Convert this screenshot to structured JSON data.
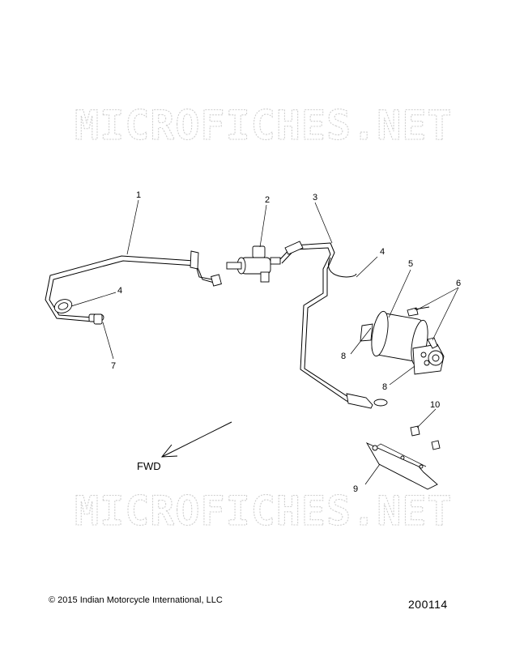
{
  "watermark": "MICROFICHES.NET",
  "callouts": [
    "1",
    "2",
    "3",
    "4",
    "4",
    "5",
    "6",
    "7",
    "8",
    "8",
    "9",
    "10"
  ],
  "direction_label": "FWD",
  "copyright": "© 2015 Indian Motorcycle International, LLC",
  "figure_number": "200114"
}
